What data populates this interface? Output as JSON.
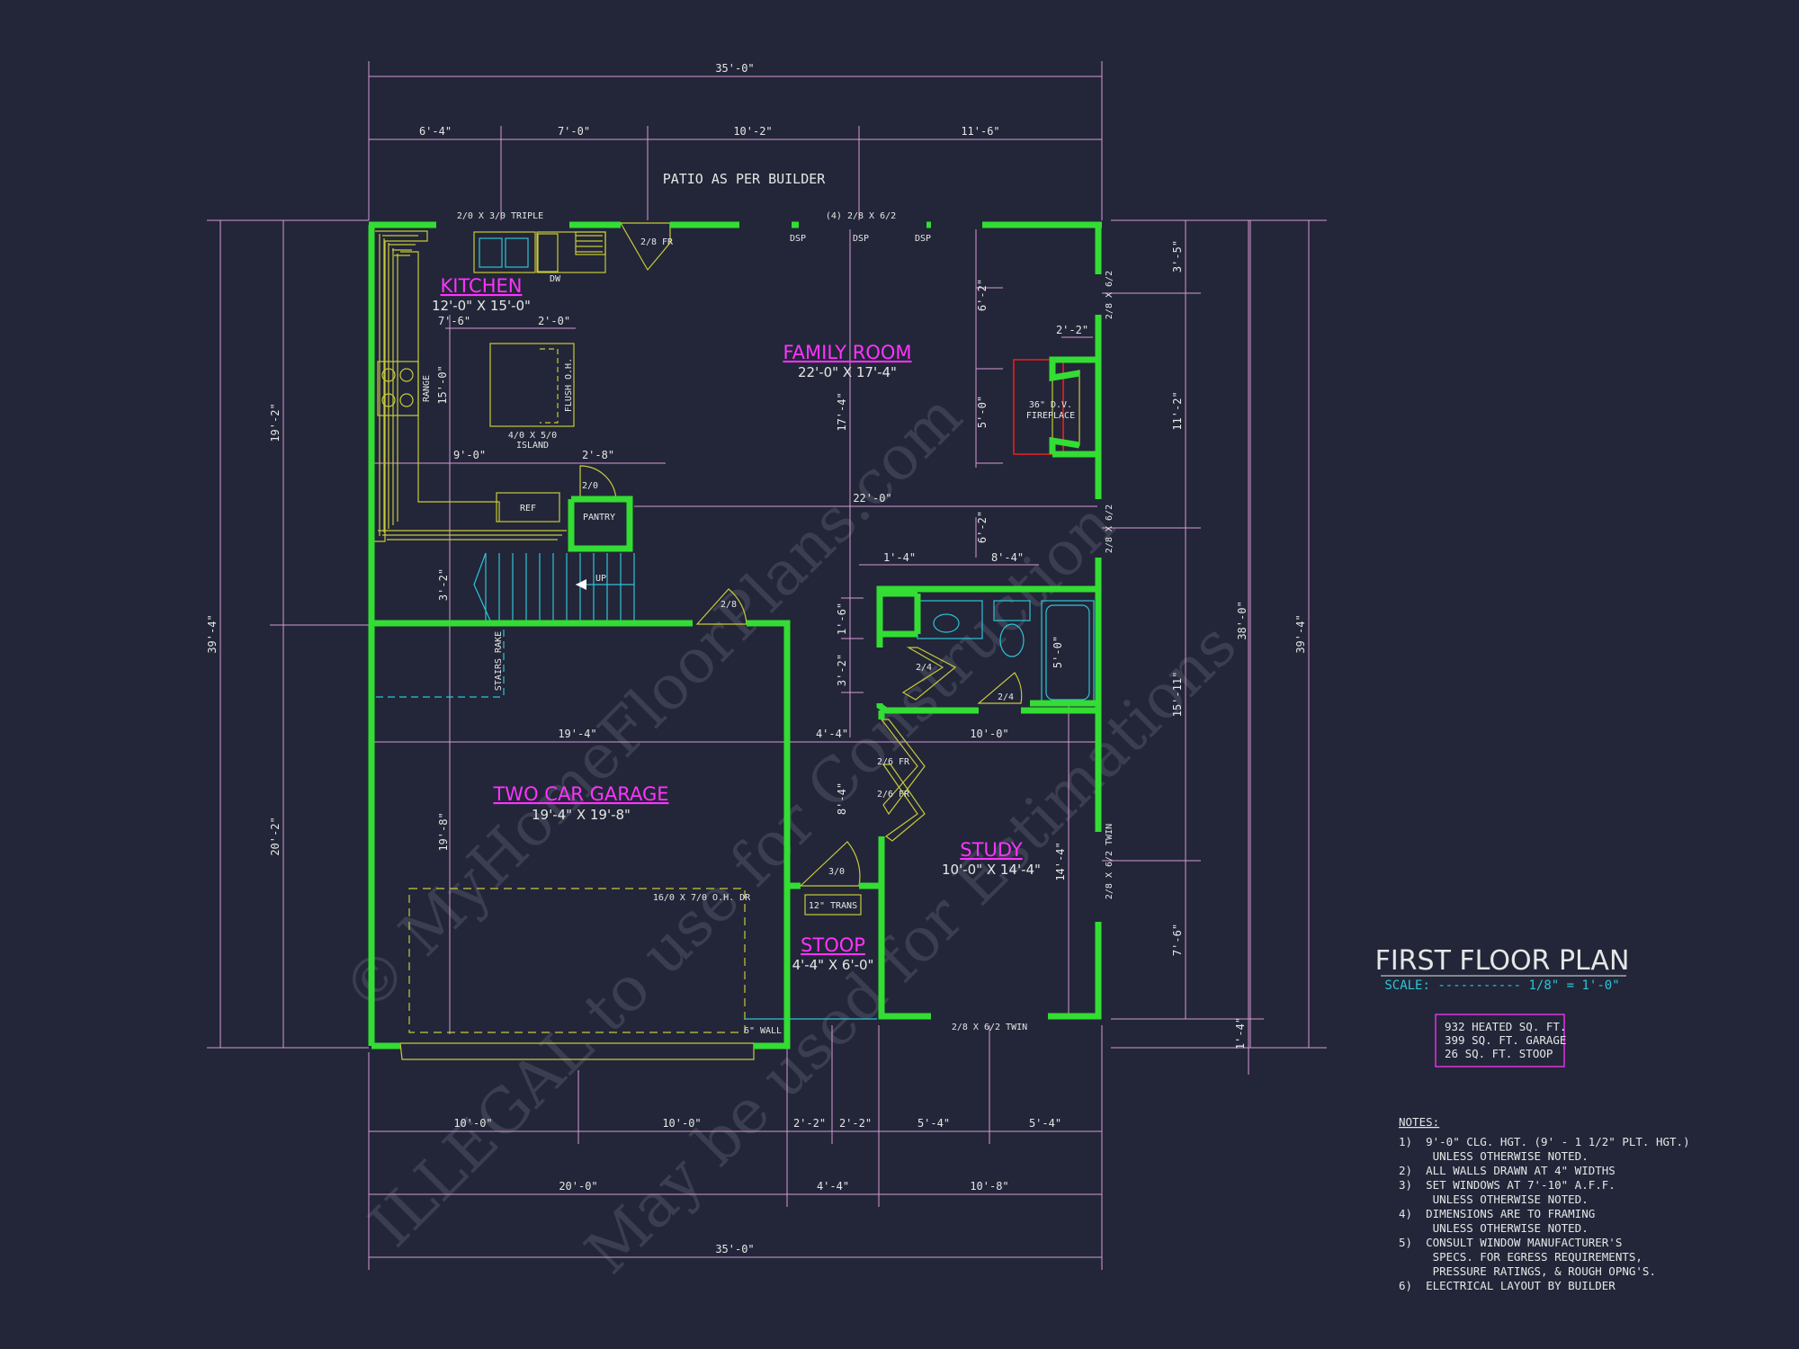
{
  "title": "FIRST FLOOR PLAN",
  "scale": "SCALE: ----------- 1/8\" = 1'-0\"",
  "area_summary": [
    "932 HEATED SQ. FT.",
    "399 SQ. FT. GARAGE",
    "26 SQ. FT. STOOP"
  ],
  "notes_heading": "NOTES:",
  "notes": [
    "1)  9'-0\" CLG. HGT. (9' - 1 1/2\" PLT. HGT.)",
    "     UNLESS OTHERWISE NOTED.",
    "2)  ALL WALLS DRAWN AT 4\" WIDTHS",
    "3)  SET WINDOWS AT 7'-10\" A.F.F.",
    "     UNLESS OTHERWISE NOTED.",
    "4)  DIMENSIONS ARE TO FRAMING",
    "     UNLESS OTHERWISE NOTED.",
    "5)  CONSULT WINDOW MANUFACTURER'S",
    "     SPECS. FOR EGRESS REQUIREMENTS,",
    "     PRESSURE RATINGS, & ROUGH OPNG'S.",
    "6)  ELECTRICAL LAYOUT BY BUILDER"
  ],
  "watermark": [
    "© MyHomeFloorPlans.com",
    "ILLEGAL to use for Construction",
    "May be used for Estimations"
  ],
  "patio_note": "PATIO AS PER BUILDER",
  "rooms": {
    "kitchen": {
      "name": "KITCHEN",
      "size": "12'-0\" X 15'-0\""
    },
    "family": {
      "name": "FAMILY ROOM",
      "size": "22'-0\" X 17'-4\""
    },
    "garage": {
      "name": "TWO CAR GARAGE",
      "size": "19'-4\" X 19'-8\""
    },
    "study": {
      "name": "STUDY",
      "size": "10'-0\" X 14'-4\""
    },
    "stoop": {
      "name": "STOOP",
      "size": "4'-4\" X 6'-0\""
    }
  },
  "fixtures": {
    "window_triple": "2/0 X 3/0 TRIPLE",
    "window_quad": "(4) 2/8 X 6/2",
    "dsp1": "DSP",
    "dsp2": "DSP",
    "dsp3": "DSP",
    "door_fr": "2/8 FR",
    "dw": "DW",
    "range": "RANGE",
    "flush": "FLUSH O.H.",
    "island1": "4/0 X 5/0",
    "island2": "ISLAND",
    "ref": "REF",
    "pantry": "PANTRY",
    "door_20": "2/0",
    "up": "UP",
    "stairs_rake": "STAIRS RAKE",
    "door_28": "2/8",
    "fireplace1": "36\" D.V.",
    "fireplace2": "FIREPLACE",
    "win_right1": "2/8 X 6/2",
    "win_right2": "2/8 X 6/2",
    "win_twin_right": "2/8 X 6/2 TWIN",
    "win_twin_bottom": "2/8 X 6/2 TWIN",
    "door_24a": "2/4",
    "door_24b": "2/4",
    "door_26fr_a": "2/6 FR",
    "door_26fr_b": "2/6 FR",
    "door_30": "3/0",
    "trans": "12\" TRANS",
    "garage_door": "16/0 X 7/0 O.H. DR",
    "wall6": "6\" WALL"
  },
  "dims": {
    "top_total": "35'-0\"",
    "top1": "6'-4\"",
    "top2": "7'-0\"",
    "top3": "10'-2\"",
    "top4": "11'-6\"",
    "bot_a1": "10'-0\"",
    "bot_a2": "10'-0\"",
    "bot_a3": "2'-2\"",
    "bot_a4": "2'-2\"",
    "bot_a5": "5'-4\"",
    "bot_a6": "5'-4\"",
    "bot_b1": "20'-0\"",
    "bot_b2": "4'-4\"",
    "bot_b3": "10'-8\"",
    "bot_total": "35'-0\"",
    "left_total": "39'-4\"",
    "left_up": "19'-2\"",
    "left_low": "20'-2\"",
    "right_total": "39'-4\"",
    "right_38": "38'-0\"",
    "right1": "3'-5\"",
    "right2": "11'-2\"",
    "right3": "15'-11\"",
    "right4": "7'-6\"",
    "right5": "1'-4\"",
    "k_76": "7'-6\"",
    "k_20": "2'-0\"",
    "k_150": "15'-0\"",
    "k_90": "9'-0\"",
    "k_28": "2'-8\"",
    "f_22": "2'-2\"",
    "f_62a": "6'-2\"",
    "f_50": "5'-0\"",
    "f_62b": "6'-2\"",
    "f_174": "17'-4\"",
    "f_220": "22'-0\"",
    "h_14": "1'-4\"",
    "h_84": "8'-4\"",
    "h_16": "1'-6\"",
    "h_32": "3'-2\"",
    "h_50": "5'-0\"",
    "s_32": "3'-2\"",
    "g_194": "19'-4\"",
    "g_44": "4'-4\"",
    "g_100": "10'-0\"",
    "g_198": "19'-8\"",
    "g_84": "8'-4\"",
    "st_144": "14'-4\""
  }
}
